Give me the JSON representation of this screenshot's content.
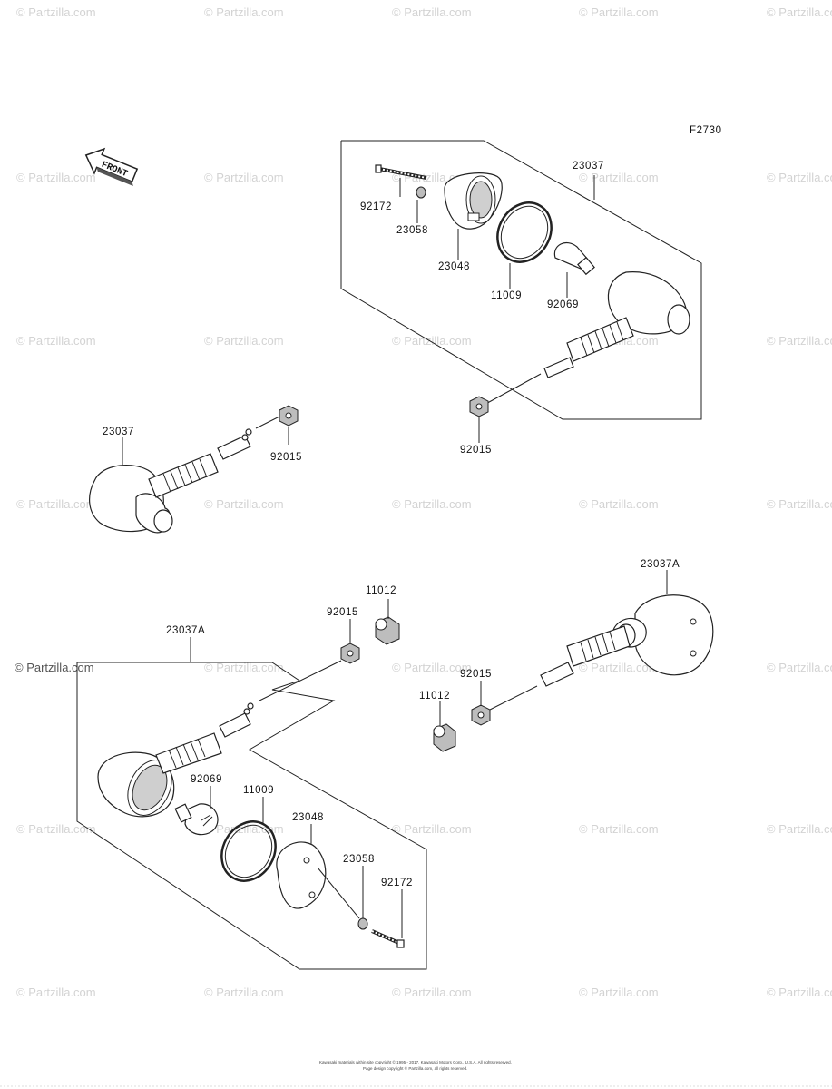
{
  "figure_code": "F2730",
  "front_label": "FRONT",
  "watermark": "© Partzilla.com",
  "watermark_corner": "© Partzilla.com",
  "copyright": "Kawasaki materials within site copyright © 1995 - 2017, Kawasaki Motors Corp., U.S.A. All rights reserved.",
  "copyright_line2": "Page design copyright © Partzilla.com, all rights reserved.",
  "callouts": {
    "top_assembly": "23037",
    "top_screw": "92172",
    "top_washer": "23058",
    "top_lens": "23048",
    "top_gasket": "11009",
    "top_bulb": "92069",
    "top_nut": "92015",
    "left_signal": "23037",
    "left_nut": "92015",
    "right_signal": "23037A",
    "right_nut": "92015",
    "right_cushion": "11012",
    "bottom_assembly": "23037A",
    "bottom_nut": "92015",
    "bottom_cushion": "11012",
    "bottom_bulb": "92069",
    "bottom_gasket": "11009",
    "bottom_lens": "23048",
    "bottom_washer": "23058",
    "bottom_screw": "92172"
  }
}
